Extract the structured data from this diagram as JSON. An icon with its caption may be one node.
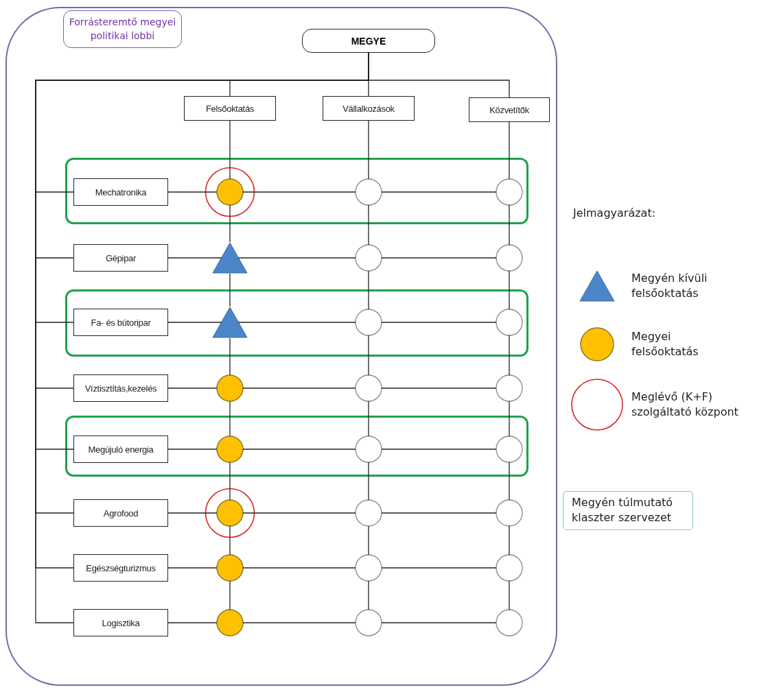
{
  "diagram": {
    "nodes": [
      {
        "text": [],
        "shape": "box"
      },
      {
        "text": [
          "Forrásteremtő megyei politikai lobbi"
        ],
        "in": 0
      },
      {
        "text": [
          "MEGYE"
        ],
        "in": 0
      },
      {
        "text": [
          "Felsőoktatás"
        ],
        "in": 0
      },
      {
        "text": [
          "Vállalkozások"
        ],
        "in": 0
      },
      {
        "text": [
          "Közvetítők"
        ],
        "in": 0
      },
      {
        "text": [],
        "shape": "box",
        "in": 0
      },
      {
        "text": [
          "Mechatronika"
        ],
        "in": 6
      },
      {
        "text": [],
        "shape": "circle",
        "in": 6
      },
      {
        "text": [],
        "shape": "circle",
        "in": 6
      },
      {
        "text": [],
        "shape": "circle",
        "in": 6
      },
      {
        "text": [
          "Gépipar"
        ],
        "in": 0
      },
      {
        "text": [],
        "shape": "triangle",
        "in": 0
      },
      {
        "text": [],
        "shape": "circle",
        "in": 0
      },
      {
        "text": [],
        "shape": "circle",
        "in": 0
      },
      {
        "text": [],
        "shape": "box",
        "in": 0
      },
      {
        "text": [
          "Fa- és bútoripar"
        ],
        "in": 15
      },
      {
        "text": [],
        "shape": "triangle",
        "in": 15
      },
      {
        "text": [],
        "shape": "circle",
        "in": 15
      },
      {
        "text": [],
        "shape": "circle",
        "in": 15
      },
      {
        "text": [
          "Víztisztítás,kezelés"
        ],
        "in": 0
      },
      {
        "text": [],
        "shape": "circle",
        "in": 0
      },
      {
        "text": [],
        "shape": "circle",
        "in": 0
      },
      {
        "text": [],
        "shape": "circle",
        "in": 0
      },
      {
        "text": [],
        "shape": "box",
        "in": 0
      },
      {
        "text": [
          "Megújuló energia"
        ],
        "in": 24
      },
      {
        "text": [],
        "shape": "circle",
        "in": 24
      },
      {
        "text": [],
        "shape": "circle",
        "in": 24
      },
      {
        "text": [],
        "shape": "circle",
        "in": 24
      },
      {
        "text": [
          "Agrofood"
        ],
        "in": 0
      },
      {
        "text": [],
        "shape": "circle",
        "in": 0
      },
      {
        "text": [],
        "shape": "circle",
        "in": 0
      },
      {
        "text": [],
        "shape": "circle",
        "in": 0
      },
      {
        "text": [
          "Egészségturizmus"
        ],
        "in": 0
      },
      {
        "text": [],
        "shape": "circle",
        "in": 0
      },
      {
        "text": [],
        "shape": "circle",
        "in": 0
      },
      {
        "text": [],
        "shape": "circle",
        "in": 0
      },
      {
        "text": [
          "Logisztika"
        ],
        "in": 0
      },
      {
        "text": [],
        "shape": "circle",
        "in": 0
      },
      {
        "text": [],
        "shape": "circle",
        "in": 0
      },
      {
        "text": [],
        "shape": "circle",
        "in": 0
      }
    ],
    "edges": [
      {
        "from": 2,
        "to": 3,
        "arrow": "none"
      },
      {
        "from": 2,
        "to": 4,
        "arrow": "none"
      },
      {
        "from": 2,
        "to": 5,
        "arrow": "none"
      },
      {
        "from": 2,
        "to": 7,
        "arrow": "none"
      },
      {
        "from": 2,
        "to": 11,
        "arrow": "none"
      },
      {
        "from": 2,
        "to": 16,
        "arrow": "none"
      },
      {
        "from": 2,
        "to": 20,
        "arrow": "none"
      },
      {
        "from": 2,
        "to": 25,
        "arrow": "none"
      },
      {
        "from": 2,
        "to": 29,
        "arrow": "none"
      },
      {
        "from": 2,
        "to": 33,
        "arrow": "none"
      },
      {
        "from": 2,
        "to": 37,
        "arrow": "none"
      },
      {
        "from": 3,
        "to": 8,
        "arrow": "none"
      },
      {
        "from": 8,
        "to": 12,
        "arrow": "none"
      },
      {
        "from": 12,
        "to": 17,
        "arrow": "none"
      },
      {
        "from": 17,
        "to": 21,
        "arrow": "none"
      },
      {
        "from": 21,
        "to": 26,
        "arrow": "none"
      },
      {
        "from": 26,
        "to": 30,
        "arrow": "none"
      },
      {
        "from": 30,
        "to": 34,
        "arrow": "none"
      },
      {
        "from": 34,
        "to": 38,
        "arrow": "none"
      },
      {
        "from": 4,
        "to": 9,
        "arrow": "none"
      },
      {
        "from": 9,
        "to": 13,
        "arrow": "none"
      },
      {
        "from": 13,
        "to": 18,
        "arrow": "none"
      },
      {
        "from": 18,
        "to": 22,
        "arrow": "none"
      },
      {
        "from": 22,
        "to": 27,
        "arrow": "none"
      },
      {
        "from": 27,
        "to": 31,
        "arrow": "none"
      },
      {
        "from": 31,
        "to": 35,
        "arrow": "none"
      },
      {
        "from": 35,
        "to": 39,
        "arrow": "none"
      },
      {
        "from": 5,
        "to": 10,
        "arrow": "none"
      },
      {
        "from": 10,
        "to": 14,
        "arrow": "none"
      },
      {
        "from": 14,
        "to": 19,
        "arrow": "none"
      },
      {
        "from": 19,
        "to": 23,
        "arrow": "none"
      },
      {
        "from": 23,
        "to": 28,
        "arrow": "none"
      },
      {
        "from": 28,
        "to": 32,
        "arrow": "none"
      },
      {
        "from": 32,
        "to": 36,
        "arrow": "none"
      },
      {
        "from": 36,
        "to": 40,
        "arrow": "none"
      },
      {
        "from": 7,
        "to": 8,
        "arrow": "none"
      },
      {
        "from": 8,
        "to": 9,
        "arrow": "none"
      },
      {
        "from": 9,
        "to": 10,
        "arrow": "none"
      },
      {
        "from": 11,
        "to": 12,
        "arrow": "none"
      },
      {
        "from": 12,
        "to": 13,
        "arrow": "none"
      },
      {
        "from": 13,
        "to": 14,
        "arrow": "none"
      },
      {
        "from": 16,
        "to": 17,
        "arrow": "none"
      },
      {
        "from": 17,
        "to": 18,
        "arrow": "none"
      },
      {
        "from": 18,
        "to": 19,
        "arrow": "none"
      },
      {
        "from": 20,
        "to": 21,
        "arrow": "none"
      },
      {
        "from": 21,
        "to": 22,
        "arrow": "none"
      },
      {
        "from": 22,
        "to": 23,
        "arrow": "none"
      },
      {
        "from": 25,
        "to": 26,
        "arrow": "none"
      },
      {
        "from": 26,
        "to": 27,
        "arrow": "none"
      },
      {
        "from": 27,
        "to": 28,
        "arrow": "none"
      },
      {
        "from": 29,
        "to": 30,
        "arrow": "none"
      },
      {
        "from": 30,
        "to": 31,
        "arrow": "none"
      },
      {
        "from": 31,
        "to": 32,
        "arrow": "none"
      },
      {
        "from": 33,
        "to": 34,
        "arrow": "none"
      },
      {
        "from": 34,
        "to": 35,
        "arrow": "none"
      },
      {
        "from": 35,
        "to": 36,
        "arrow": "none"
      },
      {
        "from": 37,
        "to": 38,
        "arrow": "none"
      },
      {
        "from": 38,
        "to": 39,
        "arrow": "none"
      },
      {
        "from": 39,
        "to": 40,
        "arrow": "none"
      }
    ],
    "labels": [
      "Jelmagyarázat:"
    ],
    "legend": [
      {
        "text": "Megyén kívüli felsőoktatás"
      },
      {
        "text": "Megyei felsőoktatás"
      },
      {
        "text": "Meglévő (K+F) szolgáltató központ"
      },
      {
        "text": "Megyén túlmutató klaszter szervezet"
      }
    ]
  }
}
